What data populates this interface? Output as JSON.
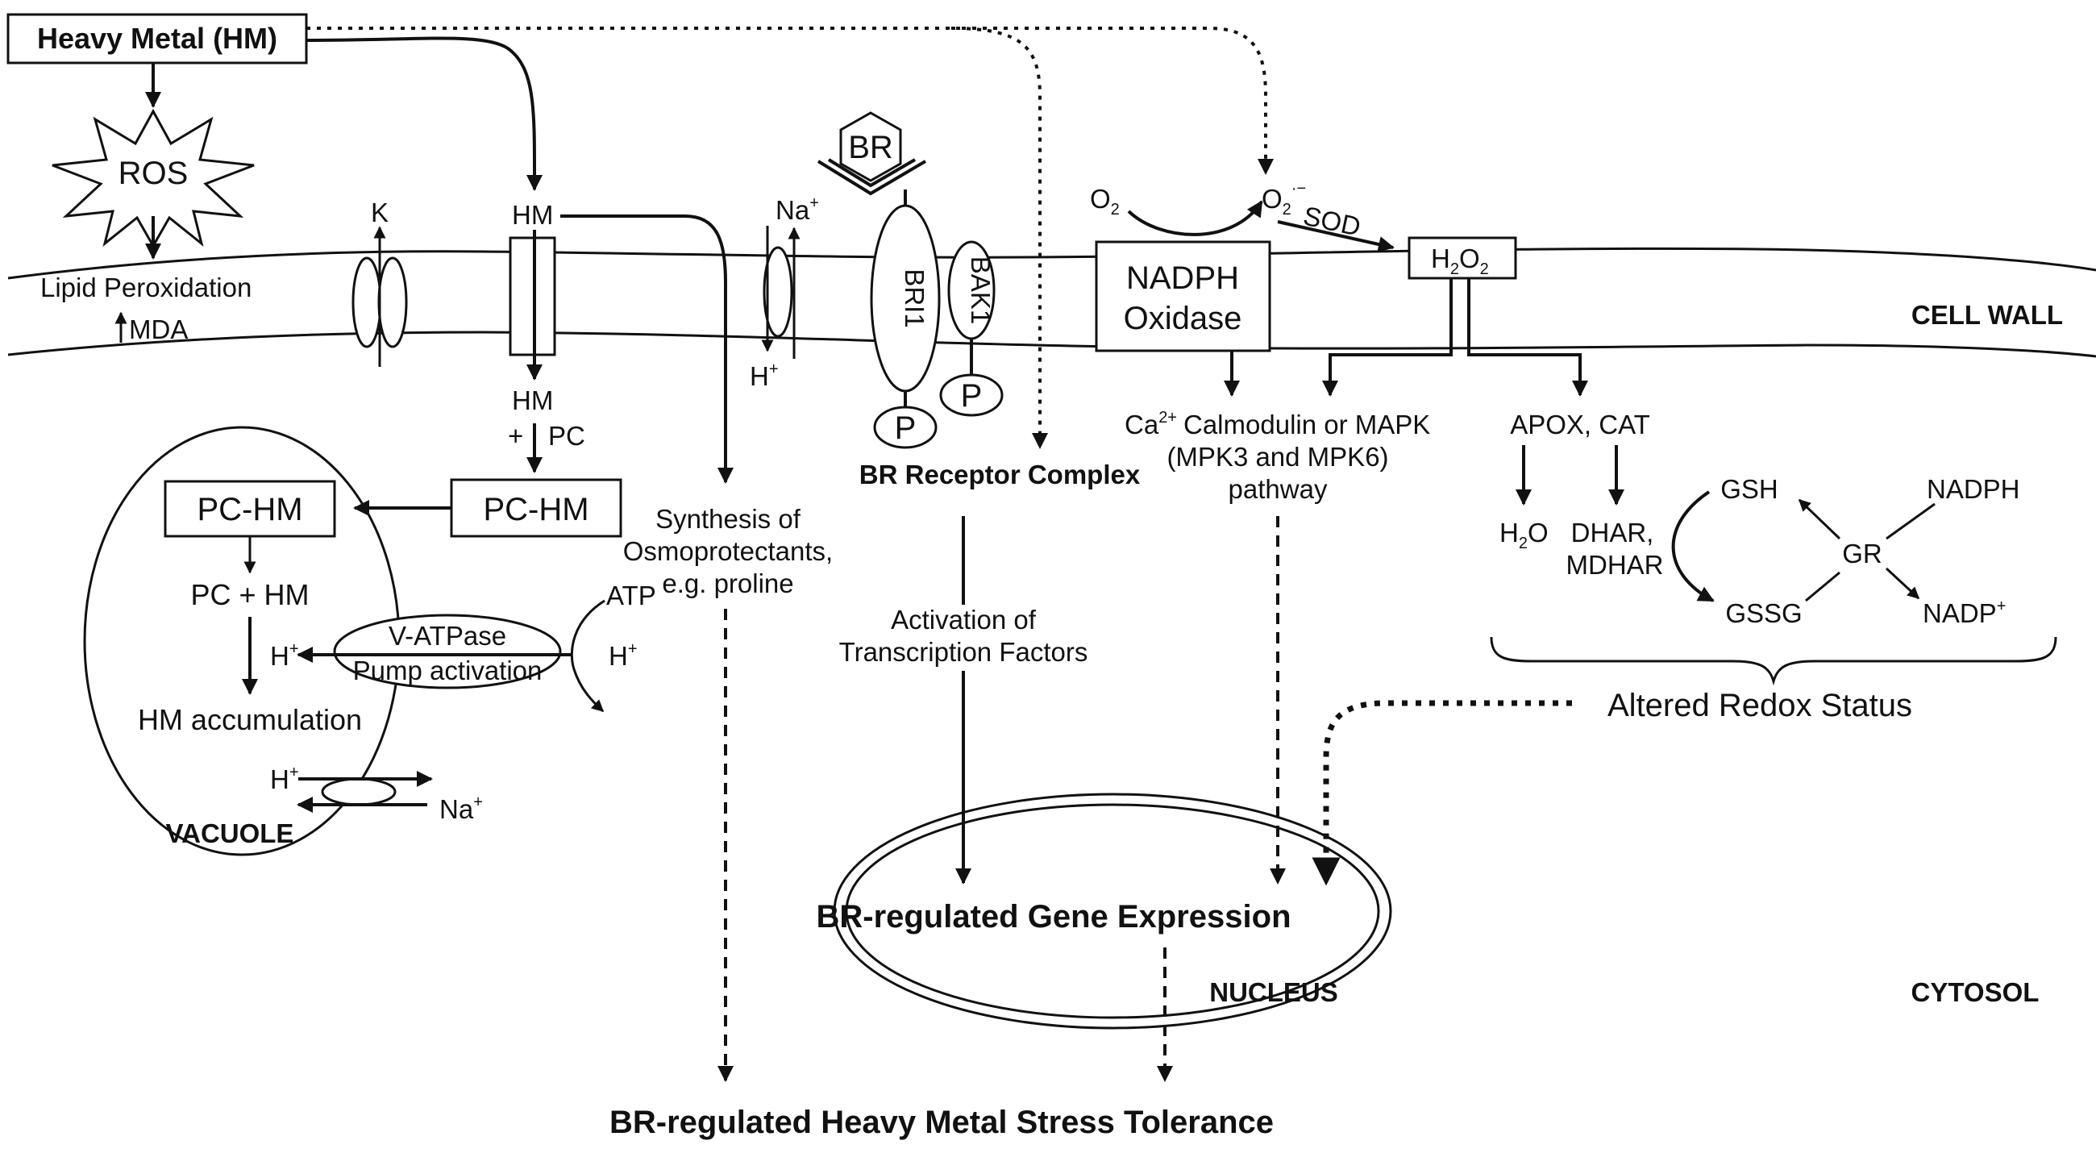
{
  "labels": {
    "heavy_metal": "Heavy Metal (HM)",
    "ros": "ROS",
    "lipid_peroxidation": "Lipid Peroxidation",
    "mda": "MDA",
    "k": "K",
    "hm_top": "HM",
    "hm_mid": "HM",
    "plus": "+",
    "pc": "PC",
    "pc_hm_outer": "PC-HM",
    "pc_hm_inner": "PC-HM",
    "pc_plus_hm": "PC + HM",
    "v_atpase": "V-ATPase",
    "pump_activation": "Pump activation",
    "h_plus": "H",
    "h_sup": "+",
    "atp": "ATP",
    "hm_accumulation": "HM accumulation",
    "na": "Na",
    "vacuole": "VACUOLE",
    "synthesis1": "Synthesis of",
    "synthesis2": "Osmoprotectants,",
    "synthesis3": "e.g. proline",
    "br": "BR",
    "bri1": "BRI1",
    "bak1": "BAK1",
    "p": "P",
    "br_receptor_complex": "BR Receptor Complex",
    "activation1": "Activation of",
    "activation2": "Transcription Factors",
    "o2": "O",
    "o2_sub": "2",
    "o2_sup": "·−",
    "sod": "SOD",
    "nadph_oxidase1": "NADPH",
    "nadph_oxidase2": "Oxidase",
    "h2o2_h": "H",
    "h2o2_sub": "2",
    "h2o2_o": "O",
    "cell_wall": "CELL WALL",
    "ca": "Ca",
    "ca_sup": "2+",
    "calmodulin1": "Calmodulin or MAPK",
    "calmodulin2": "(MPK3 and MPK6)",
    "calmodulin3": "pathway",
    "apox_cat": "APOX, CAT",
    "h2o_h": "H",
    "h2o_sub": "2",
    "h2o_o": "O",
    "dhar": "DHAR,",
    "mdhar": "MDHAR",
    "gsh": "GSH",
    "gssg": "GSSG",
    "gr": "GR",
    "nadph": "NADPH",
    "nadp": "NADP",
    "nadp_sup": "+",
    "altered_redox": "Altered Redox Status",
    "gene_expression": "BR-regulated Gene Expression",
    "nucleus": "NUCLEUS",
    "cytosol": "CYTOSOL",
    "stress_tolerance": "BR-regulated Heavy Metal Stress Tolerance"
  }
}
